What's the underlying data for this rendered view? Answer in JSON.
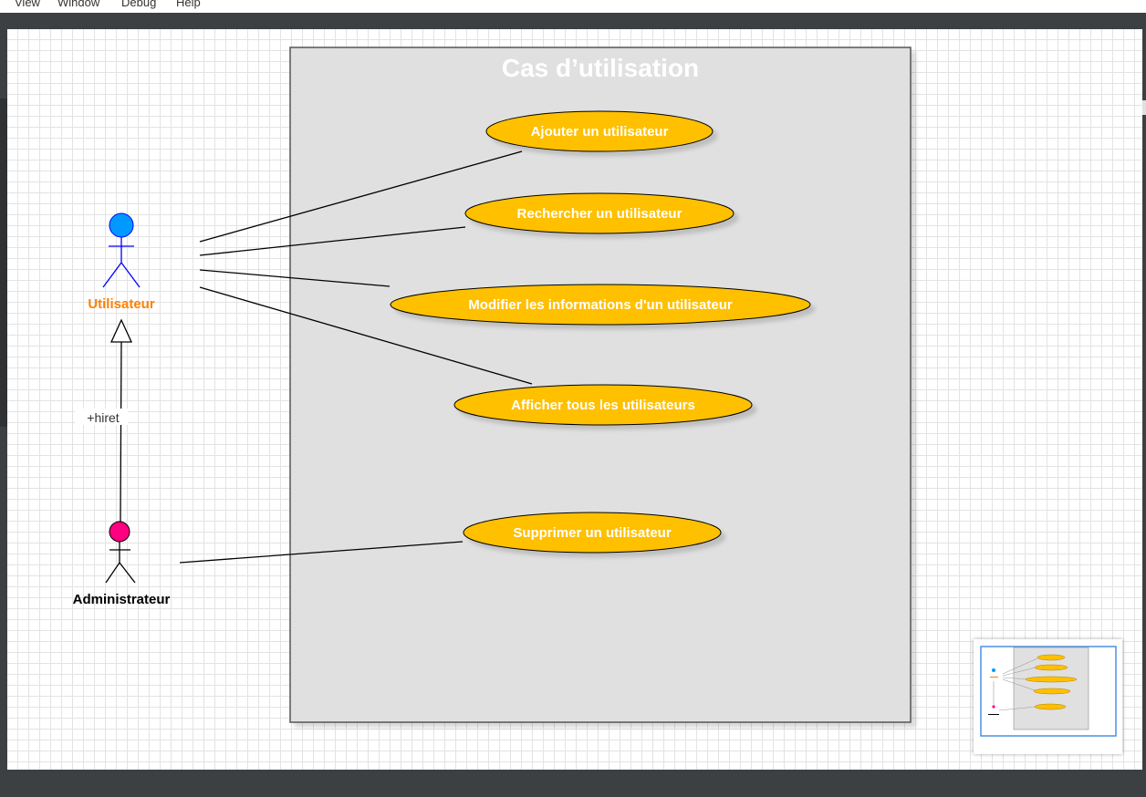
{
  "menu": [
    "View",
    "Window",
    "Debug",
    "Help"
  ],
  "diagram": {
    "system_title": "Cas d’utilisation",
    "actors": [
      {
        "name": "Utilisateur",
        "head_color": "#0099ff",
        "label_color": "#ff8000"
      },
      {
        "name": "Administrateur",
        "head_color": "#ff0080",
        "label_color": "#000000"
      }
    ],
    "use_cases": [
      "Ajouter un utilisateur",
      "Rechercher un utilisateur",
      "Modifier les informations d'un utilisateur",
      "Afficher tous les utilisateurs",
      "Supprimer un utilisateur"
    ],
    "generalization_label": "+hiret",
    "use_case_fill": "#ffc000",
    "boundary_fill": "#e0e0e0"
  }
}
